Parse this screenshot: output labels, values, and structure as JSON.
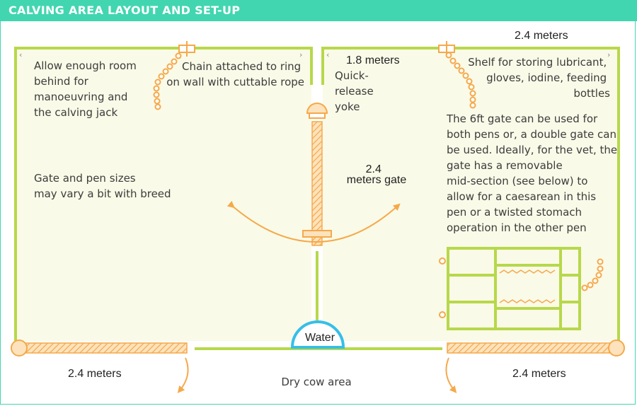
{
  "header": {
    "title": "CALVING AREA LAYOUT AND SET-UP"
  },
  "labels": {
    "top_right_width": "2.4 meters",
    "middle_width": "1.8 meters",
    "room_behind": [
      "Allow enough room",
      "behind for",
      "manoeuvring and",
      "the calving jack"
    ],
    "chain": [
      "Chain attached to ring",
      "on wall with cuttable rope"
    ],
    "yoke": [
      "Quick-",
      "release",
      "yoke"
    ],
    "shelf": [
      "Shelf for storing lubricant,",
      "gloves, iodine, feeding",
      "bottles"
    ],
    "gate_note": [
      "The 6ft gate can be used for",
      "both pens or, a double gate can",
      "be used. Ideally, for the vet, the",
      "gate has a removable",
      "mid-section (see below) to",
      "allow for a caesarean in this",
      "pen or a twisted stomach",
      "operation in the other pen"
    ],
    "gate_size": [
      "2.4",
      "meters gate"
    ],
    "pen_sizes": [
      "Gate and pen sizes",
      "may vary a bit with breed"
    ],
    "water": "Water",
    "bottom_left_width": "2.4 meters",
    "bottom_right_width": "2.4 meters",
    "dry_cow": "Dry cow area"
  },
  "colors": {
    "header": "#41d6b0",
    "wall": "#b7d84b",
    "pen_fill": "#fafae8",
    "accent": "#f5a94a",
    "water": "#36bfe8"
  }
}
